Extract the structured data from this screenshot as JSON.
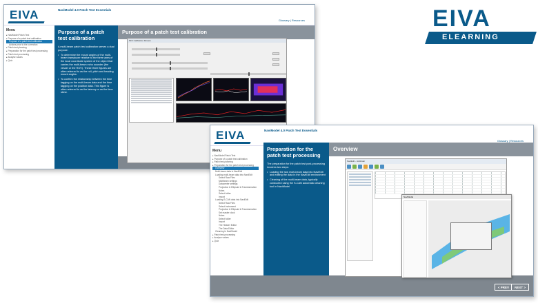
{
  "brand": {
    "word": "EIVA",
    "sub": "ELEARNING",
    "color": "#0a5a8a"
  },
  "slide_a": {
    "logo": "EIVA",
    "course_title": "NaviModel 4.0 Patch Test Essentials",
    "links": "Glossary | Resources",
    "menu_heading": "Menu",
    "menu_items": [
      {
        "label": "NaviModel Patch Test",
        "level": 0,
        "active": false
      },
      {
        "label": "Purpose of a patch test calibration",
        "level": 0,
        "active": false
      },
      {
        "label": "Purpose of a patch test calibration",
        "level": 1,
        "active": true
      },
      {
        "label": "Actions prior to the correction",
        "level": 1,
        "active": false
      },
      {
        "label": "Patch test planning",
        "level": 0,
        "active": false
      },
      {
        "label": "Preparation for the patch test processing",
        "level": 0,
        "active": false
      },
      {
        "label": "Patch test processing",
        "level": 0,
        "active": false
      },
      {
        "label": "Analyse values",
        "level": 0,
        "active": false
      },
      {
        "label": "Quiz",
        "level": 0,
        "active": false
      }
    ],
    "panel_title": "Purpose of a patch test calibration",
    "panel_intro": "A multi-beam patch test calibration serves a dual purpose:",
    "panel_bullets": [
      "To determine the mount angles of the multi-beam transducer relative to the three axes of the local coordinate system of the object that carries the multi-beam echo sounder (the vessel or the ROV). These three figures are often referred to as the roll, pitch and heading mount angles.",
      "To confirm the relationship between the time tagging on the multi-beam data and the time tagging on the position data. This figure is often referred to as the latency or as the time skew."
    ],
    "header_title": "Purpose of a patch test calibration",
    "shot_title": "NFF Calibration Review"
  },
  "slide_b": {
    "logo": "EIVA",
    "course_title": "NaviModel 4.0 Patch Test Essentials",
    "links": "Glossary | Resources",
    "menu_heading": "Menu",
    "menu_items": [
      {
        "label": "NaviModel Patch Test",
        "level": 0,
        "active": false
      },
      {
        "label": "Purpose of a patch test calibration",
        "level": 0,
        "active": false
      },
      {
        "label": "Patch test planning",
        "level": 0,
        "active": false
      },
      {
        "label": "Preparation for the patch test processing",
        "level": 0,
        "active": false
      },
      {
        "label": "Overview",
        "level": 1,
        "active": true
      },
      {
        "label": "Multi-beam data in NaviEdit",
        "level": 1,
        "active": false
      },
      {
        "label": "Loading multi-beam data into NaviEdit",
        "level": 1,
        "active": false
      },
      {
        "label": "Select Raw Files",
        "level": 2,
        "active": false
      },
      {
        "label": "Multibeam settings",
        "level": 2,
        "active": false
      },
      {
        "label": "Datacenter settings",
        "level": 2,
        "active": false
      },
      {
        "label": "Projection & Ellipsoid & Transformation",
        "level": 2,
        "active": false
      },
      {
        "label": "Notes",
        "level": 2,
        "active": false
      },
      {
        "label": "Select folder",
        "level": 2,
        "active": false
      },
      {
        "label": "Import",
        "level": 2,
        "active": false
      },
      {
        "label": "Loading S-CAN data into NaviEdit",
        "level": 1,
        "active": false
      },
      {
        "label": "Select Raw Files",
        "level": 2,
        "active": false
      },
      {
        "label": "Select Instrument",
        "level": 2,
        "active": false
      },
      {
        "label": "Projection & Ellipsoid & Transformation",
        "level": 2,
        "active": false
      },
      {
        "label": "Set master clock",
        "level": 2,
        "active": false
      },
      {
        "label": "Notes",
        "level": 2,
        "active": false
      },
      {
        "label": "Select folder",
        "level": 2,
        "active": false
      },
      {
        "label": "Import",
        "level": 2,
        "active": false
      },
      {
        "label": "The Header Editor",
        "level": 2,
        "active": false
      },
      {
        "label": "The Data Editor",
        "level": 2,
        "active": false
      },
      {
        "label": "Cleaning in NaviModel",
        "level": 1,
        "active": false
      },
      {
        "label": "Patch test processing",
        "level": 0,
        "active": false
      },
      {
        "label": "Analyse values",
        "level": 0,
        "active": false
      },
      {
        "label": "Quiz",
        "level": 0,
        "active": false
      }
    ],
    "panel_title": "Preparation for the patch test processing",
    "panel_intro": "The preparation for the patch test post-processing involves two steps:",
    "panel_bullets": [
      "Loading the raw multi-beam data into NaviEdit and editing the data in the NaviEdit environment",
      "Cleaning of the multi-beam data, typically conducted using the S-CAN automatic cleaning tool in NaviModel"
    ],
    "header_title": "Overview",
    "prev_label": "< PREV",
    "next_label": "NEXT >",
    "shot_title": "NaviEdit - Jobfolder",
    "nav_title": "NaviModel"
  }
}
